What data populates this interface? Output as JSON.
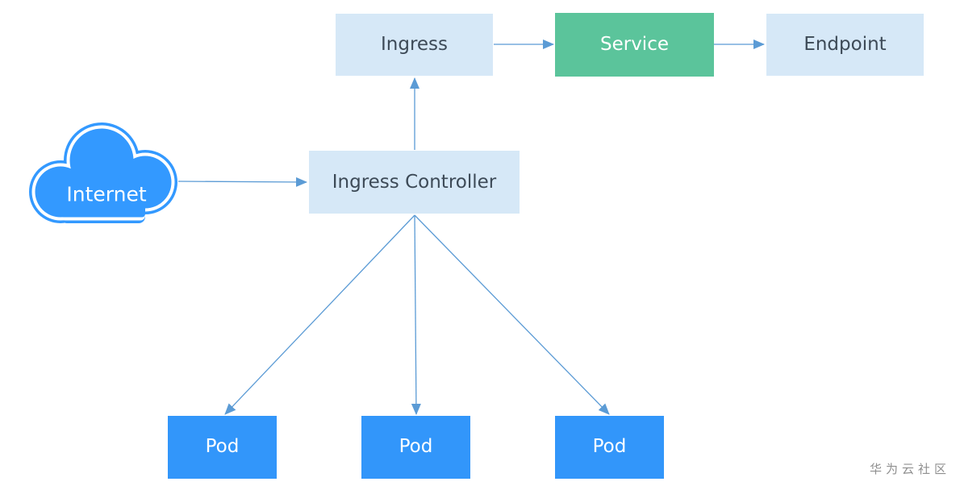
{
  "diagram": {
    "nodes": {
      "internet": {
        "label": "Internet"
      },
      "ingress": {
        "label": "Ingress"
      },
      "service": {
        "label": "Service"
      },
      "endpoint": {
        "label": "Endpoint"
      },
      "ingress_controller": {
        "label": "Ingress Controller"
      },
      "pods": [
        {
          "label": "Pod"
        },
        {
          "label": "Pod"
        },
        {
          "label": "Pod"
        }
      ]
    },
    "edges": [
      {
        "from": "internet",
        "to": "ingress_controller"
      },
      {
        "from": "ingress_controller",
        "to": "ingress"
      },
      {
        "from": "ingress",
        "to": "service"
      },
      {
        "from": "service",
        "to": "endpoint"
      },
      {
        "from": "ingress_controller",
        "to": "pod_1"
      },
      {
        "from": "ingress_controller",
        "to": "pod_2"
      },
      {
        "from": "ingress_controller",
        "to": "pod_3"
      }
    ]
  },
  "watermark": "华为云社区",
  "colors": {
    "light_box": "#d6e8f7",
    "service_box": "#5bc49b",
    "pod_box": "#3296fa",
    "cloud": "#3399ff",
    "arrow": "#5b9bd5",
    "dark_text": "#3d4a57",
    "light_text": "#ffffff"
  }
}
